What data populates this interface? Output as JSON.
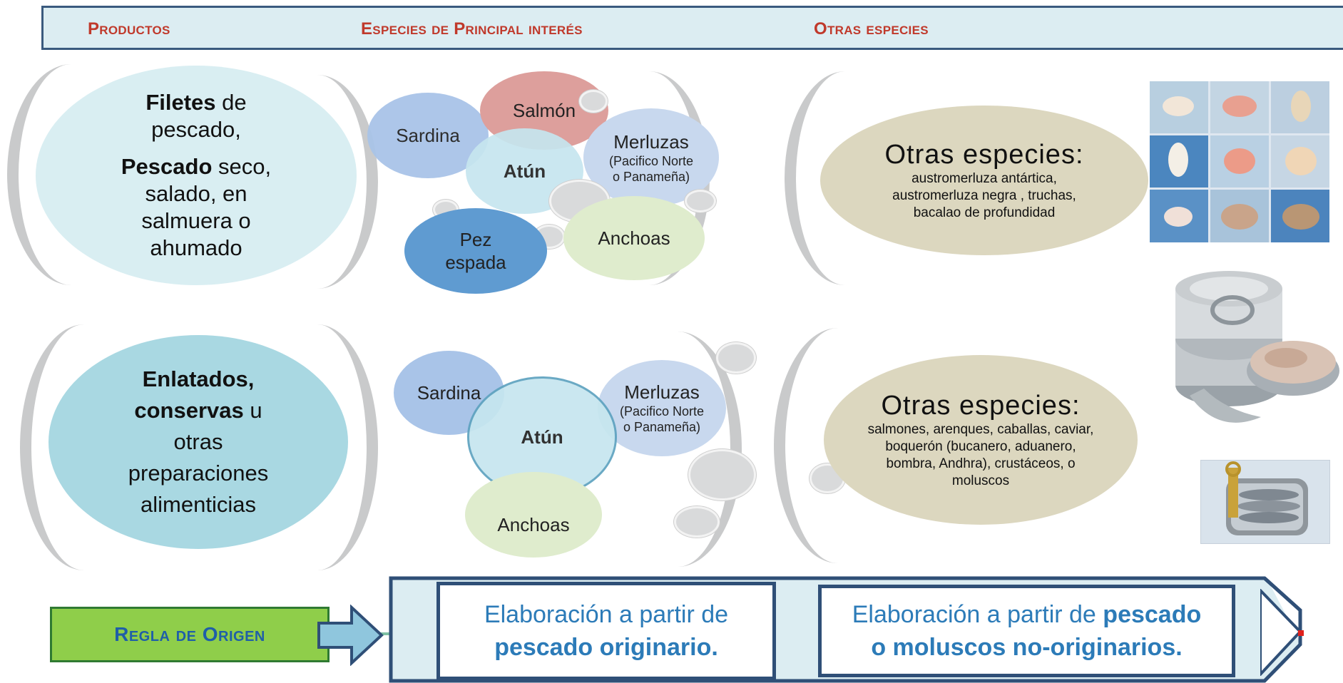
{
  "header": {
    "col_products": "Productos",
    "col_main_species": "Especies de Principal interés",
    "col_other_species": "Otras especies"
  },
  "row1": {
    "product": {
      "line1_bold": "Filetes",
      "line1_rest": " de",
      "line2": "pescado,",
      "line3_bold": "Pescado",
      "line3_rest": " seco,",
      "line4": "salado, en",
      "line5": "salmuera o",
      "line6": "ahumado"
    },
    "species": {
      "sardina": "Sardina",
      "salmon": "Salmón",
      "merluzas": "Merluzas",
      "merluzas_sub": "(Pacifico Norte o Panameña)",
      "atun": "Atún",
      "pez_espada": "Pez espada",
      "anchoas": "Anchoas"
    },
    "other": {
      "title": "Otras  especies:",
      "detail": "austromerluza antártica, austromerluza negra , truchas, bacalao de profundidad"
    }
  },
  "row2": {
    "product": {
      "line1_bold": "Enlatados,",
      "line2_bold": "conservas",
      "line2_rest": " u",
      "line3": "otras",
      "line4": "preparaciones",
      "line5": "alimenticias"
    },
    "species": {
      "sardina": "Sardina",
      "merluzas": "Merluzas",
      "merluzas_sub": "(Pacifico Norte o Panameña)",
      "atun": "Atún",
      "anchoas": "Anchoas"
    },
    "other": {
      "title": "Otras  especies:",
      "detail": "salmones, arenques, caballas, caviar, boquerón (bucanero, aduanero, bombra, Andhra), crustáceos, o moluscos"
    }
  },
  "rule": {
    "label": "Regla de Origen",
    "box1_text": "Elaboración a partir  de",
    "box1_bold": "pescado originario.",
    "box2_text": "Elaboración a partir de ",
    "box2_bold_a": "pescado",
    "box2_bold_b": "o moluscos no-originarios."
  },
  "colors": {
    "header_text": "#c0392b",
    "rule_text": "#2c7bb8",
    "rule_label_bg": "#8fce4a",
    "frame_blue": "#2f4f77"
  }
}
